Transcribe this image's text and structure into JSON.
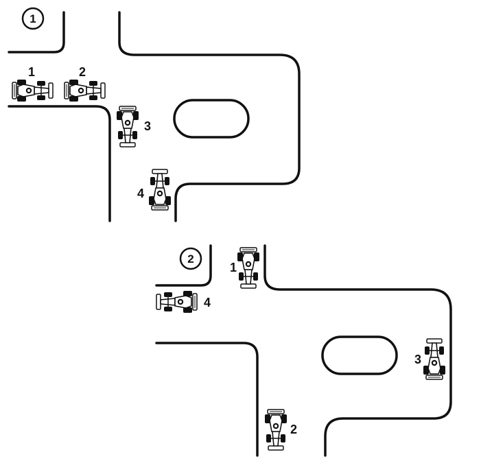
{
  "panels": [
    {
      "id": "1",
      "marker": "①",
      "cars": [
        {
          "label": "1",
          "heading": "east"
        },
        {
          "label": "2",
          "heading": "east"
        },
        {
          "label": "3",
          "heading": "south"
        },
        {
          "label": "4",
          "heading": "north"
        }
      ]
    },
    {
      "id": "2",
      "marker": "②",
      "cars": [
        {
          "label": "1",
          "heading": "south"
        },
        {
          "label": "4",
          "heading": "west"
        },
        {
          "label": "3",
          "heading": "north"
        },
        {
          "label": "2",
          "heading": "south"
        }
      ]
    }
  ]
}
